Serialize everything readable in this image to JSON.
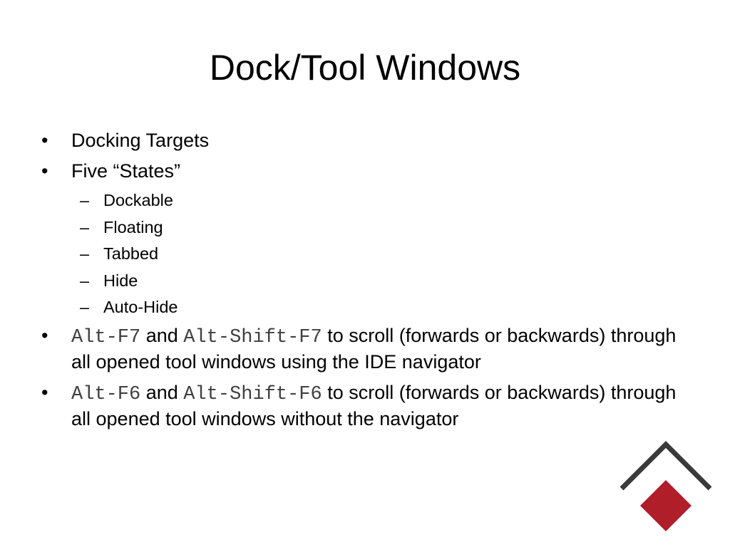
{
  "slide": {
    "title": "Dock/Tool Windows",
    "bullet_marker": "•",
    "sub_marker": "–",
    "bullets": [
      {
        "text": "Docking Targets"
      },
      {
        "text": "Five “States”"
      }
    ],
    "sub_items": [
      {
        "text": "Dockable"
      },
      {
        "text": "Floating"
      },
      {
        "text": "Tabbed"
      },
      {
        "text": "Hide"
      },
      {
        "text": "Auto-Hide"
      }
    ],
    "shortcut_bullets": [
      {
        "key1": "Alt-F7",
        "and": " and ",
        "key2": "Alt-Shift-F7",
        "rest": " to scroll (forwards or backwards) through all opened tool windows using the IDE navigator"
      },
      {
        "key1": "Alt-F6",
        "and": " and ",
        "key2": "Alt-Shift-F6",
        "rest": " to scroll (forwards or backwards) through all opened tool windows without the navigator"
      }
    ]
  },
  "logo": {
    "chevron_color": "#3a3a3a",
    "diamond_color": "#b01e2a"
  }
}
